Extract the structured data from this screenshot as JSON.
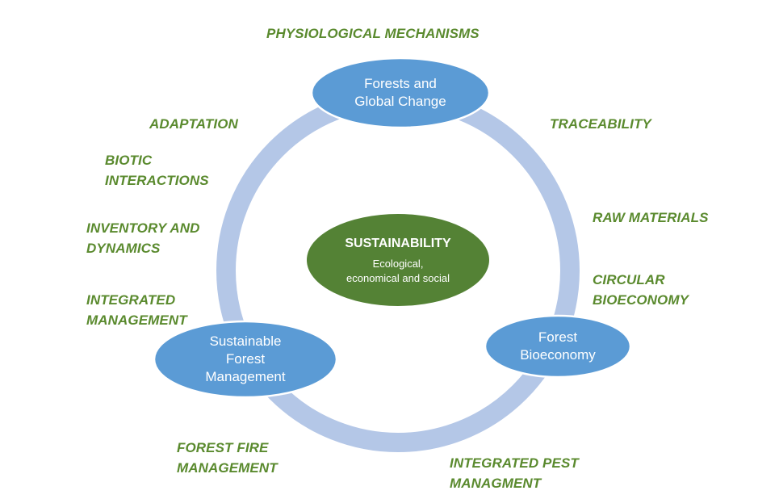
{
  "center": {
    "title": "SUSTAINABILITY",
    "subtitle_lines": [
      "Ecological,",
      "economical and social"
    ]
  },
  "nodes": {
    "top": [
      "Forests and",
      "Global Change"
    ],
    "left": [
      "Sustainable",
      "Forest",
      "Management"
    ],
    "right": [
      "Forest",
      "Bioeconomy"
    ]
  },
  "topics": {
    "physiological": [
      "PHYSIOLOGICAL MECHANISMS"
    ],
    "adaptation": [
      "ADAPTATION"
    ],
    "biotic": [
      "BIOTIC",
      "INTERACTIONS"
    ],
    "inventory": [
      "INVENTORY AND",
      "DYNAMICS"
    ],
    "integrated_management": [
      "INTEGRATED",
      "MANAGEMENT"
    ],
    "forest_fire": [
      "FOREST FIRE",
      "MANAGEMENT"
    ],
    "integrated_pest": [
      "INTEGRATED PEST",
      "MANAGMENT"
    ],
    "traceability": [
      "TRACEABILITY"
    ],
    "raw_materials": [
      "RAW MATERIALS"
    ],
    "circular": [
      "CIRCULAR",
      "BIOECONOMY"
    ]
  },
  "colors": {
    "ring": "#b4c7e7",
    "node_fill": "#5b9bd5",
    "node_stroke": "#ffffff",
    "center_fill": "#548235",
    "topic_text": "#5a8a2e"
  }
}
